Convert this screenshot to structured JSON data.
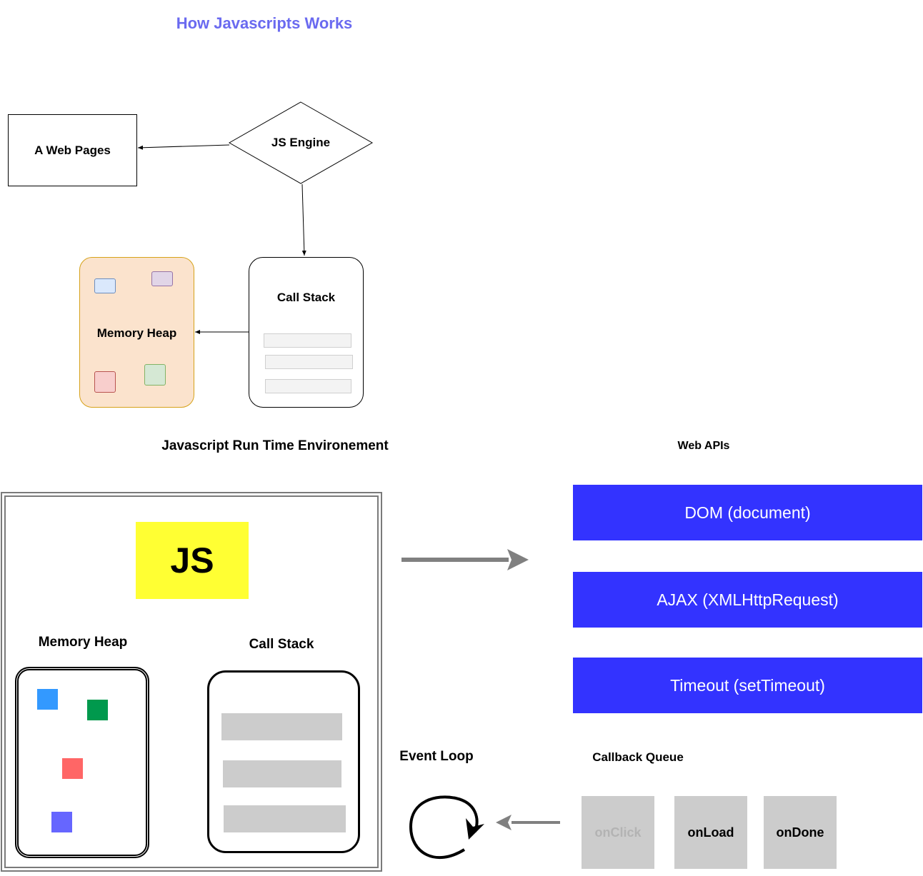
{
  "title": "How Javascripts Works",
  "top_diagram": {
    "web_pages": "A Web Pages",
    "js_engine": "JS Engine",
    "call_stack": "Call Stack",
    "memory_heap": "Memory Heap"
  },
  "runtime": {
    "title": "Javascript Run Time Environement",
    "js_logo": "JS",
    "memory_heap": "Memory Heap",
    "call_stack": "Call Stack"
  },
  "web_apis": {
    "title": "Web APIs",
    "items": [
      "DOM (document)",
      "AJAX (XMLHttpRequest)",
      "Timeout (setTimeout)"
    ]
  },
  "event_loop": "Event Loop",
  "callback_queue": {
    "title": "Callback Queue",
    "items": [
      "onClick",
      "onLoad",
      "onDone"
    ]
  },
  "colors": {
    "title": "#6a6af0",
    "api_box": "#3333ff",
    "js_logo_bg": "#ffff33",
    "memory_heap_fill": "#fbe3cd",
    "queue_box": "#cccccc",
    "chip_blue": "#3399ff",
    "chip_green": "#00994d",
    "chip_red": "#ff6666",
    "chip_violet": "#6666ff"
  }
}
